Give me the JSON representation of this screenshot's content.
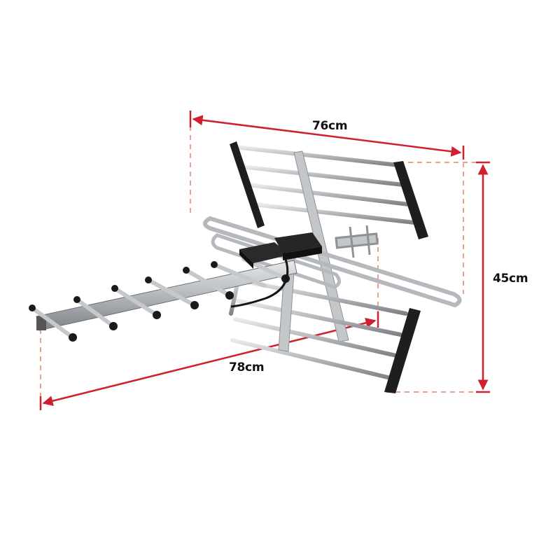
{
  "product": {
    "subject": "outdoor TV antenna (Yagi with reflector panel)",
    "colors": {
      "dimension_line": "#d0202e",
      "guide_dash": "#e9a38a",
      "aluminium": "#b9bcc0",
      "plastic": "#1a1a1a",
      "background": "#ffffff"
    }
  },
  "dimensions": {
    "width": {
      "label": "76cm"
    },
    "height": {
      "label": "45cm"
    },
    "length": {
      "label": "78cm"
    }
  }
}
